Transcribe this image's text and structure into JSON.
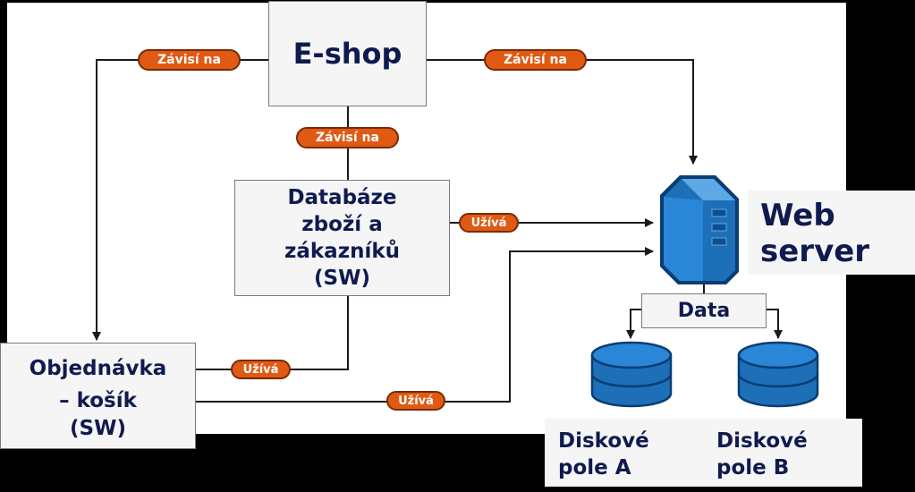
{
  "nodes": {
    "eshop": "E-shop",
    "database": [
      "Databáze",
      "zboží a",
      "zákazníků",
      "(SW)"
    ],
    "order": [
      "Objednávka",
      "– košík",
      "(SW)"
    ],
    "webserver": [
      "Web",
      "server"
    ],
    "data": "Data",
    "disk_a": [
      "Diskové",
      "pole A"
    ],
    "disk_b": [
      "Diskové",
      "pole B"
    ]
  },
  "edges": {
    "eshop_to_order": "Závisí na",
    "eshop_to_webserver": "Závisí na",
    "eshop_to_database": "Závisí na",
    "database_to_webserver": "Užívá",
    "order_to_database": "Užívá",
    "order_to_webserver": "Užívá"
  },
  "colors": {
    "label_fill": "#e05a14",
    "text": "#0f1a4f",
    "server": "#1d6fb8"
  }
}
